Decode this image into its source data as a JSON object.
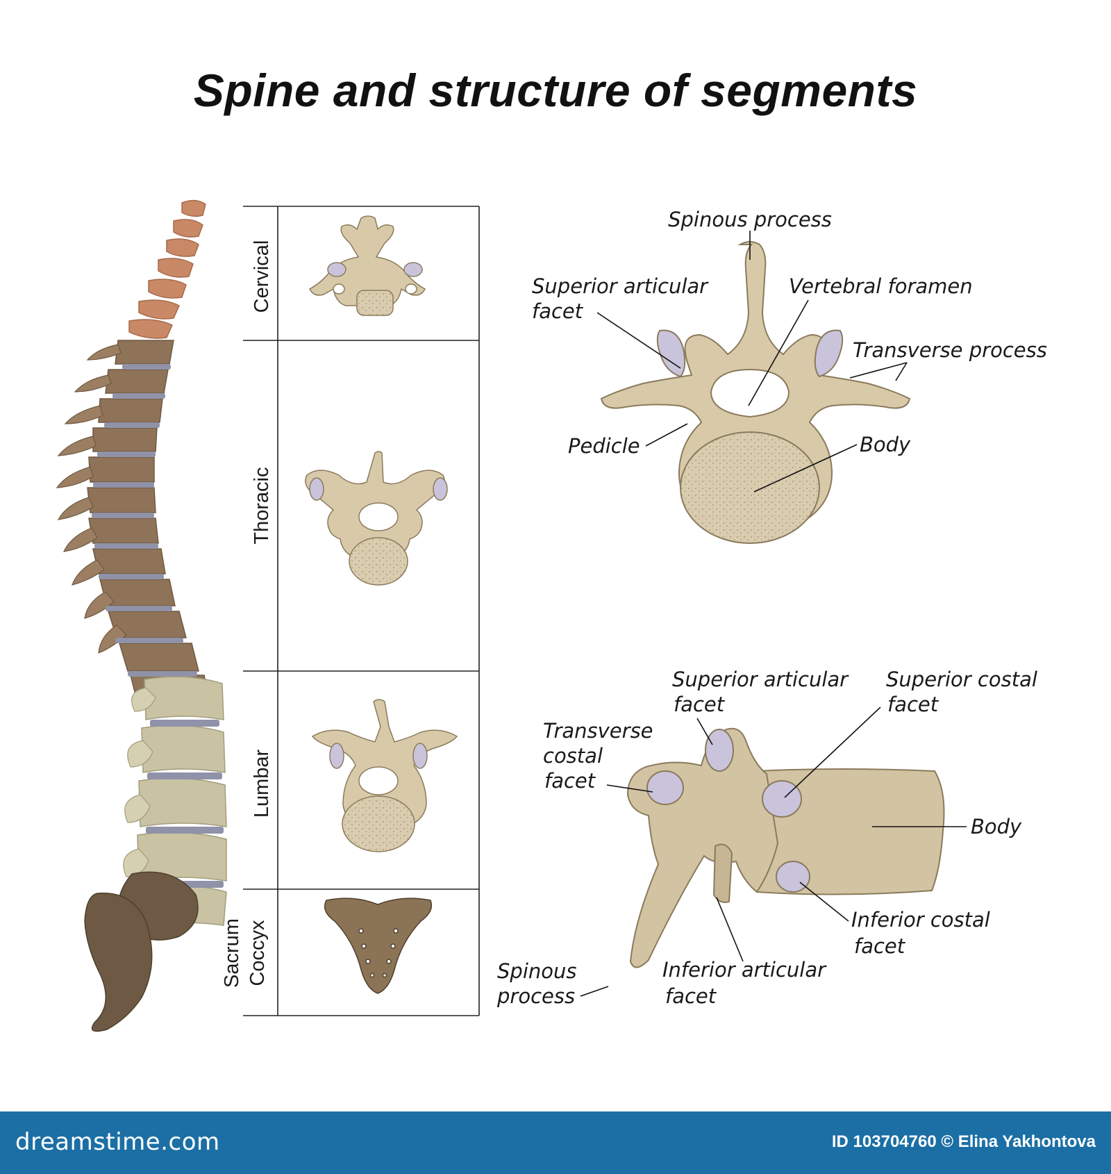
{
  "title": "Spine and structure of segments",
  "segments": [
    {
      "label": "Cervical"
    },
    {
      "label": "Thoracic"
    },
    {
      "label": "Lumbar"
    },
    {
      "label_line1": "Sacrum",
      "label_line2": "Coccyx"
    }
  ],
  "top_view_labels": {
    "spinous_process": "Spinous process",
    "superior_articular_facet_1": "Superior articular",
    "superior_articular_facet_2": "facet",
    "vertebral_foramen": "Vertebral foramen",
    "transverse_process": "Transverse process",
    "pedicle": "Pedicle",
    "body": "Body"
  },
  "side_view_labels": {
    "superior_articular_facet_1": "Superior articular",
    "superior_articular_facet_2": "facet",
    "superior_costal_facet_1": "Superior costal",
    "superior_costal_facet_2": "facet",
    "transverse_costal_facet_1": "Transverse",
    "transverse_costal_facet_2": "costal",
    "transverse_costal_facet_3": "facet",
    "body": "Body",
    "inferior_costal_facet_1": "Inferior costal",
    "inferior_costal_facet_2": "facet",
    "spinous_process_1": "Spinous",
    "spinous_process_2": "process",
    "inferior_articular_facet_1": "Inferior articular",
    "inferior_articular_facet_2": "facet"
  },
  "footer": {
    "brand": "dreamstime.com",
    "credit": "ID 103704760 © Elina Yakhontova"
  },
  "colors": {
    "cervical": "#c98866",
    "thoracic": "#8f7358",
    "lumbar": "#c9c3a3",
    "sacrum": "#6e5a44",
    "bone": "#d8caa9",
    "facet": "#c9c4dc",
    "footer": "#1c6fa5"
  }
}
